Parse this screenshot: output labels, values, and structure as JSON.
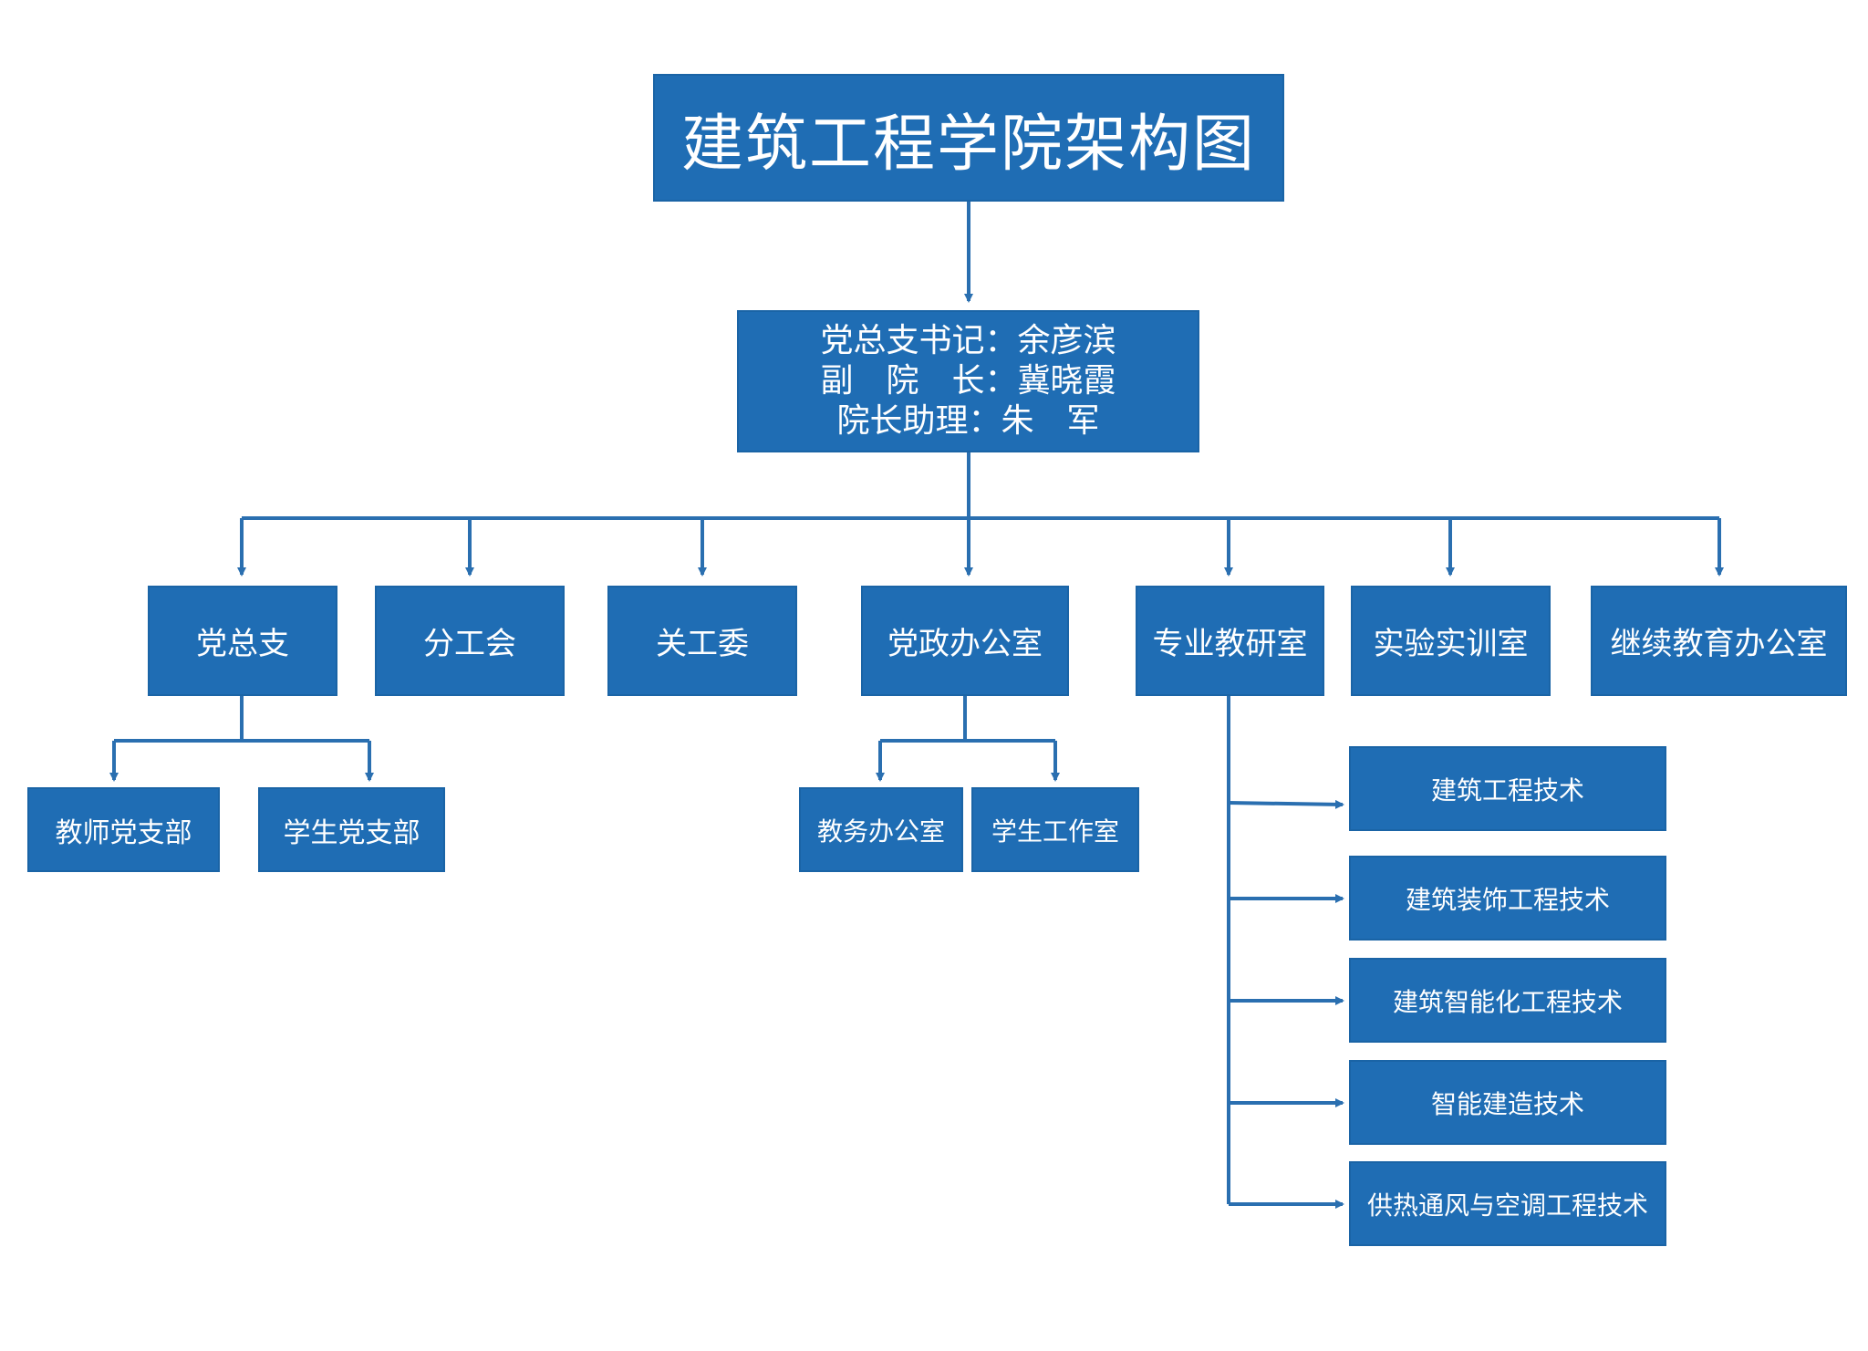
{
  "title": "建筑工程学院架构图",
  "leadership": [
    "党总支书记：余彦滨",
    "副　院　长：冀晓霞",
    "院长助理：朱　军"
  ],
  "departments": [
    "党总支",
    "分工会",
    "关工委",
    "党政办公室",
    "专业教研室",
    "实验实训室",
    "继续教育办公室"
  ],
  "party_branches": [
    "教师党支部",
    "学生党支部"
  ],
  "office_units": [
    "教务办公室",
    "学生工作室"
  ],
  "majors": [
    "建筑工程技术",
    "建筑装饰工程技术",
    "建筑智能化工程技术",
    "智能建造技术",
    "供热通风与空调工程技术"
  ],
  "colors": {
    "box_fill": "#1f6db4",
    "connector": "#2a6fb0",
    "text": "#ffffff"
  }
}
